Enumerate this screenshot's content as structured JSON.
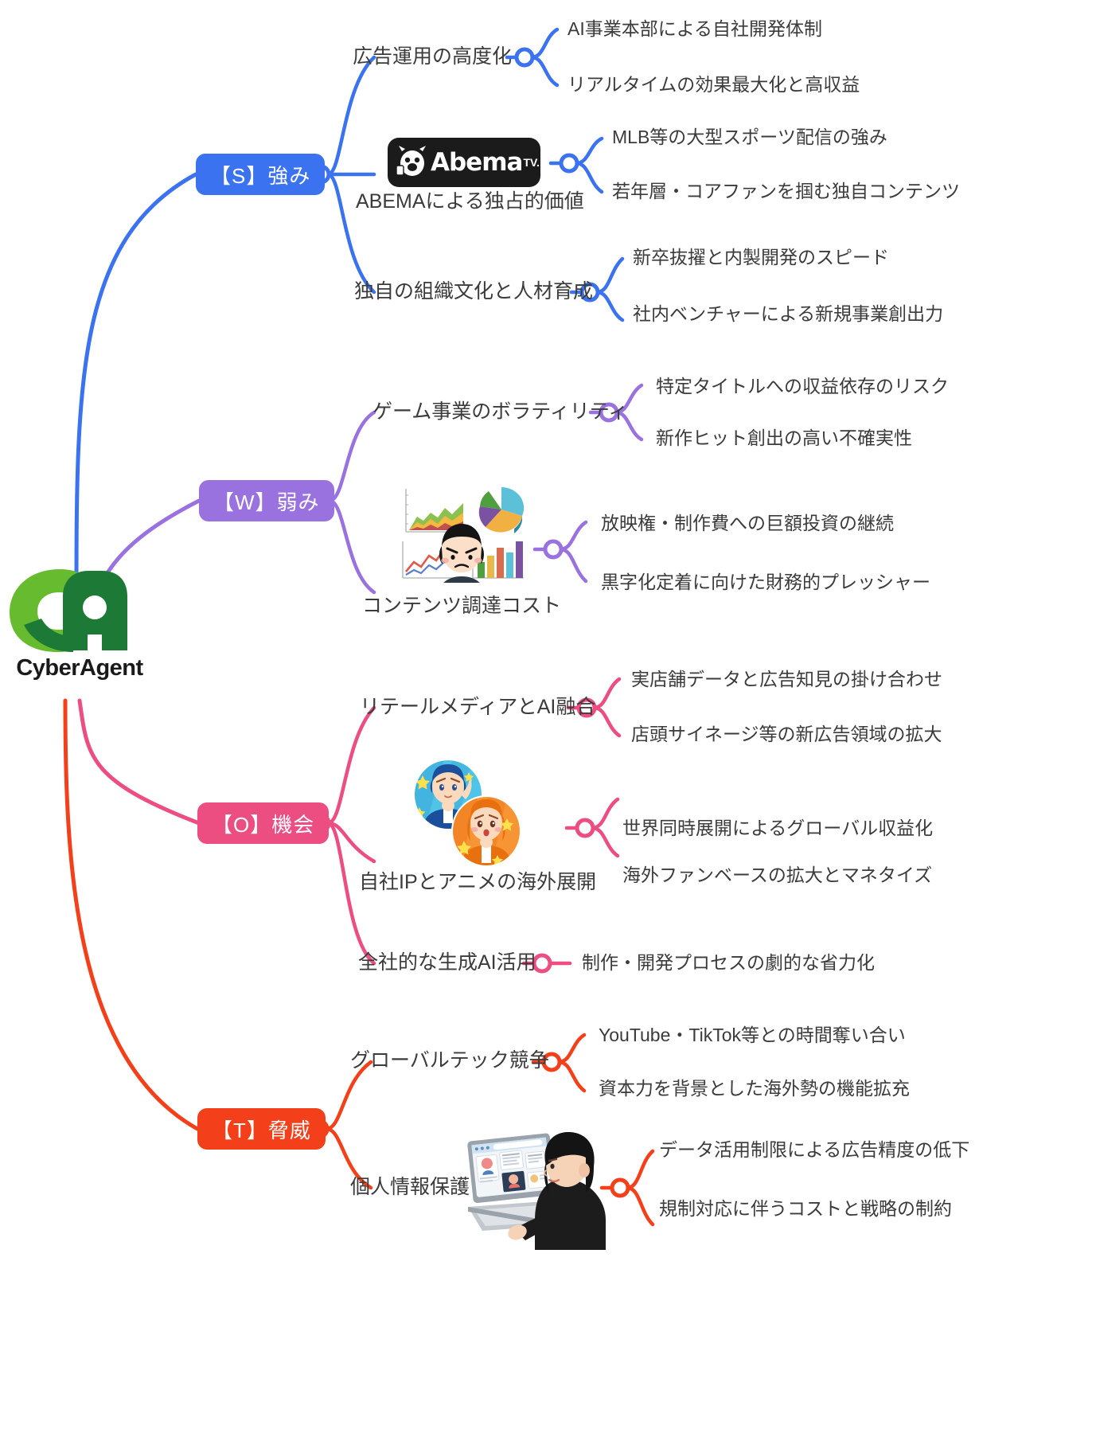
{
  "center": {
    "brand_name": "CyberAgent",
    "logo_alt": "CA",
    "logo_colors": {
      "light_green": "#66bb2e",
      "dark_green": "#1d7a36"
    }
  },
  "colors": {
    "strength": "#3b72f0",
    "weakness": "#9a72e0",
    "opportunity": "#ec4e81",
    "threat": "#f4401a",
    "text": "#3b3b3b",
    "background": "#ffffff"
  },
  "branches": [
    {
      "key": "S",
      "node_label": "【S】強み",
      "color": "#3b72f0",
      "topics": [
        {
          "label": "広告運用の高度化",
          "image": null,
          "leaves": [
            "AI事業本部による自社開発体制",
            "リアルタイムの効果最大化と高収益"
          ]
        },
        {
          "label": "ABEMAによる独占的価値",
          "image": "abema-tv-logo",
          "image_text": {
            "word": "Abema",
            "sup": "TV."
          },
          "leaves": [
            "MLB等の大型スポーツ配信の強み",
            "若年層・コアファンを掴む独自コンテンツ"
          ]
        },
        {
          "label": "独自の組織文化と人材育成",
          "image": null,
          "leaves": [
            "新卒抜擢と内製開発のスピード",
            "社内ベンチャーによる新規事業創出力"
          ]
        }
      ]
    },
    {
      "key": "W",
      "node_label": "【W】弱み",
      "color": "#9a72e0",
      "topics": [
        {
          "label": "ゲーム事業のボラティリティ",
          "image": null,
          "leaves": [
            "特定タイトルへの収益依存のリスク",
            "新作ヒット創出の高い不確実性"
          ]
        },
        {
          "label": "コンテンツ調達コスト",
          "image": "analyst-charts-illustration",
          "leaves": [
            "放映権・制作費への巨額投資の継続",
            "黒字化定着に向けた財務的プレッシャー"
          ]
        }
      ]
    },
    {
      "key": "O",
      "node_label": "【O】機会",
      "color": "#ec4e81",
      "topics": [
        {
          "label": "リテールメディアとAI融合",
          "image": null,
          "leaves": [
            "実店舗データと広告知見の掛け合わせ",
            "店頭サイネージ等の新広告領域の拡大"
          ]
        },
        {
          "label": "自社IPとアニメの海外展開",
          "image": "anime-avatars-illustration",
          "leaves": [
            "世界同時展開によるグローバル収益化",
            "海外ファンベースの拡大とマネタイズ"
          ]
        },
        {
          "label": "全社的な生成AI活用",
          "image": null,
          "leaves": [
            "制作・開発プロセスの劇的な省力化"
          ]
        }
      ]
    },
    {
      "key": "T",
      "node_label": "【T】脅威",
      "color": "#f4401a",
      "topics": [
        {
          "label": "グローバルテック競争",
          "image": null,
          "leaves": [
            "YouTube・TikTok等との時間奪い合い",
            "資本力を背景とした海外勢の機能拡充"
          ]
        },
        {
          "label": "個人情報保護",
          "image": "laptop-user-illustration",
          "leaves": [
            "データ活用制限による広告精度の低下",
            "規制対応に伴うコストと戦略の制約"
          ]
        }
      ]
    }
  ]
}
